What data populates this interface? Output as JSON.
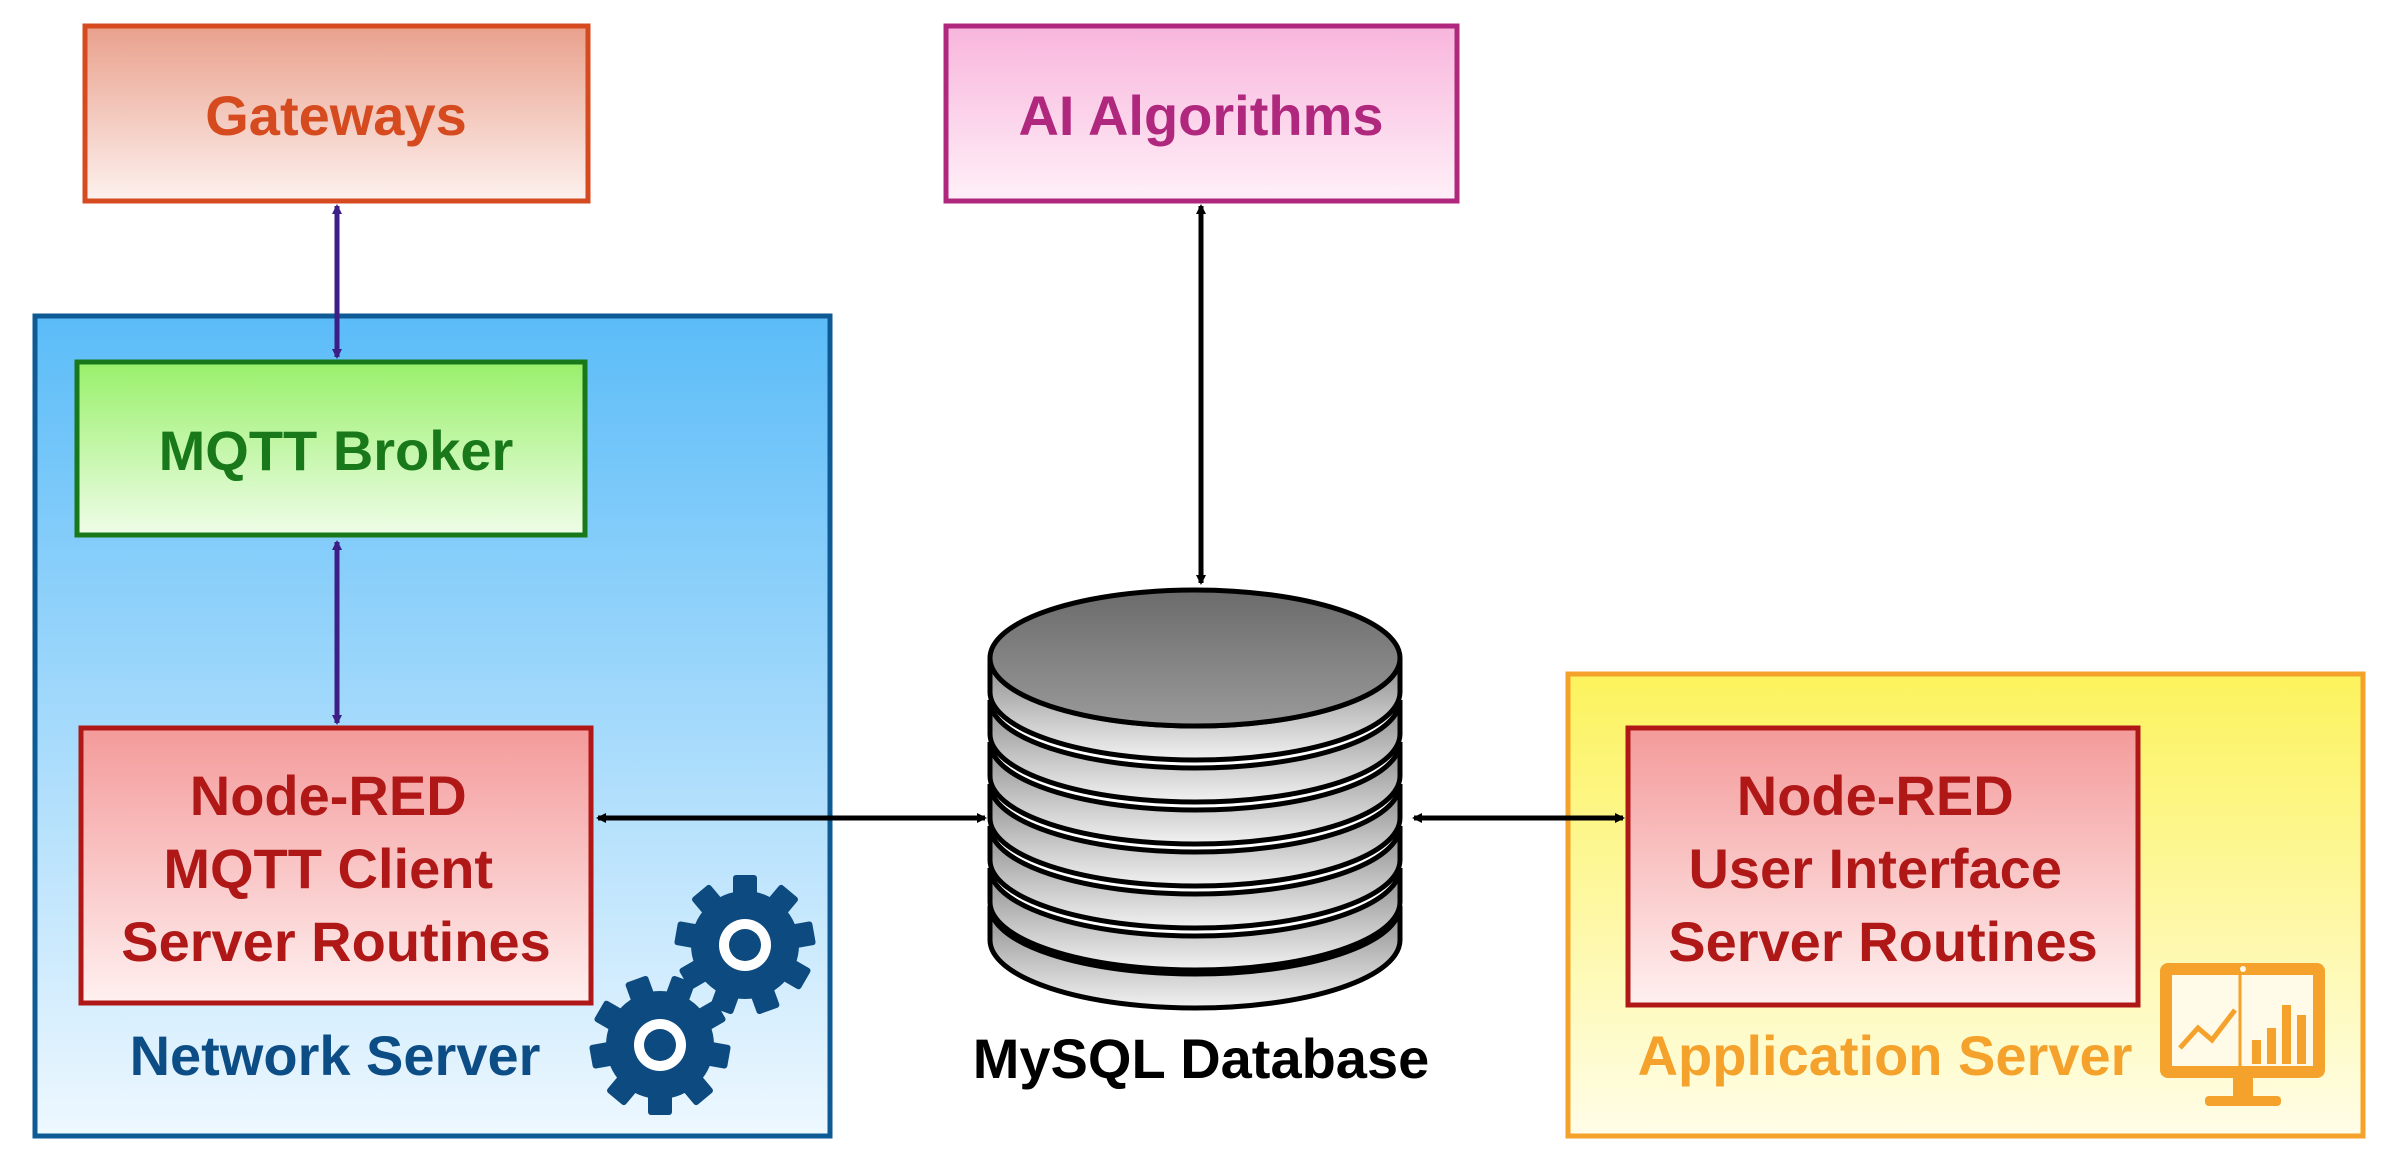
{
  "nodes": {
    "gateways": {
      "label": "Gateways",
      "color": "#d64a1f"
    },
    "ai_algorithms": {
      "label": "AI Algorithms",
      "color": "#b0277e"
    },
    "mqtt_broker": {
      "label": "MQTT Broker",
      "color": "#18781a"
    },
    "node_red_mqtt": {
      "lines": [
        "Node-RED",
        "MQTT Client",
        "Server Routines"
      ],
      "color": "#b01818"
    },
    "node_red_ui": {
      "lines": [
        "Node-RED",
        "User Interface",
        "Server Routines"
      ],
      "color": "#b01818"
    },
    "mysql": {
      "label": "MySQL Database",
      "color": "#000000"
    }
  },
  "groups": {
    "network_server": {
      "label": "Network Server",
      "color": "#0d4d86",
      "icon": "gears-icon"
    },
    "application_server": {
      "label": "Application Server",
      "color": "#f4a22b",
      "icon": "monitor-chart-icon"
    }
  },
  "edges": [
    {
      "from": "gateways",
      "to": "mqtt_broker",
      "style": "bidirectional",
      "color": "#3d1d86"
    },
    {
      "from": "mqtt_broker",
      "to": "node_red_mqtt",
      "style": "bidirectional",
      "color": "#3d1d86"
    },
    {
      "from": "ai_algorithms",
      "to": "mysql",
      "style": "bidirectional",
      "color": "#000000"
    },
    {
      "from": "node_red_mqtt",
      "to": "mysql",
      "style": "bidirectional",
      "color": "#000000"
    },
    {
      "from": "mysql",
      "to": "node_red_ui",
      "style": "bidirectional",
      "color": "#000000"
    }
  ]
}
